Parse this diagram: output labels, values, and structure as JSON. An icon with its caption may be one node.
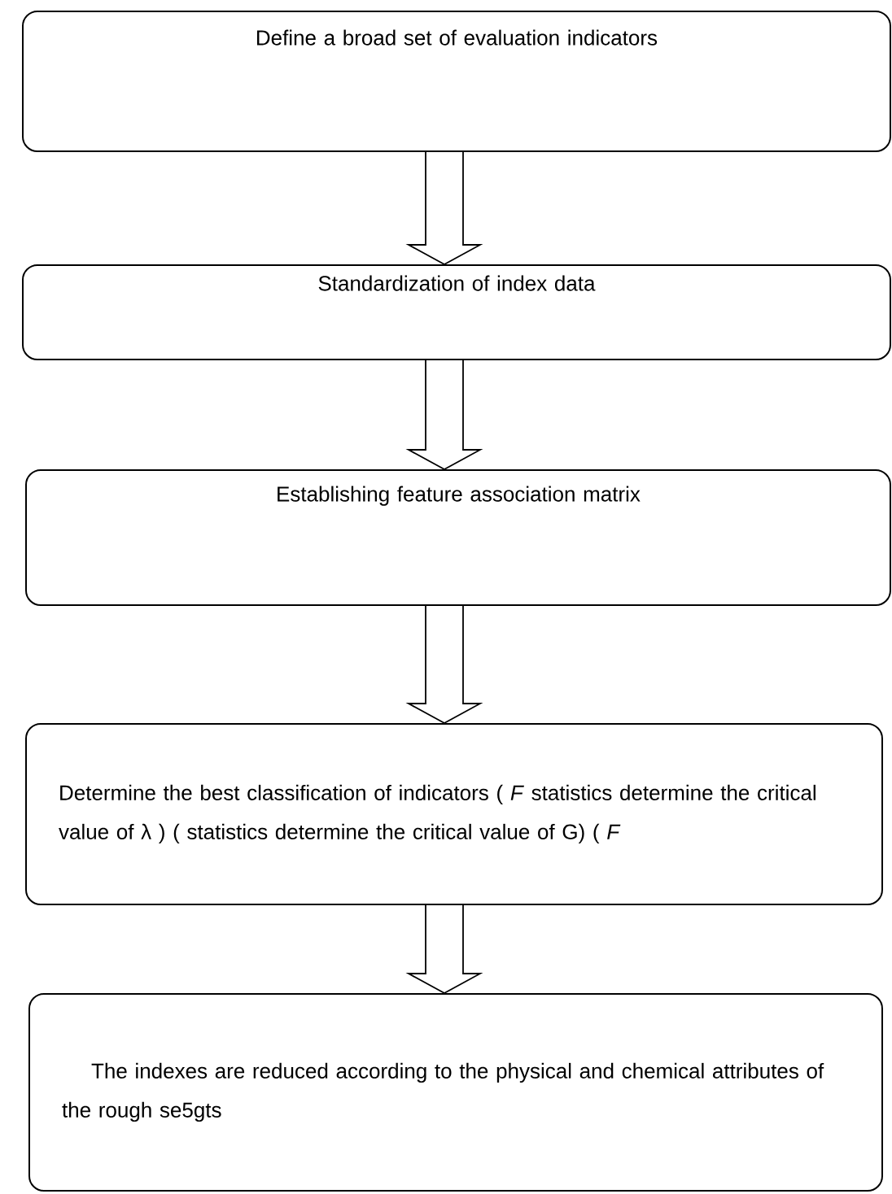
{
  "diagram": {
    "nodes": [
      {
        "text": [
          "Define a broad set of evaluation indicators"
        ]
      },
      {
        "text": [
          "Standardization of index data"
        ]
      },
      {
        "text": [
          "Establishing feature association matrix"
        ]
      },
      {
        "text": [
          "Determine the best classification of indicators ( *F* statistics determine the critical value of λ ) ( statistics determine the critical value of G) ( *F*"
        ]
      },
      {
        "text": [
          "The indexes are reduced according to the physical and chemical attributes of the rough se5gts"
        ]
      }
    ],
    "edges": [
      {
        "from": 0,
        "to": 1,
        "arrow": "to"
      },
      {
        "from": 1,
        "to": 2,
        "arrow": "to"
      },
      {
        "from": 2,
        "to": 3,
        "arrow": "to"
      },
      {
        "from": 3,
        "to": 4,
        "arrow": "to"
      }
    ]
  }
}
